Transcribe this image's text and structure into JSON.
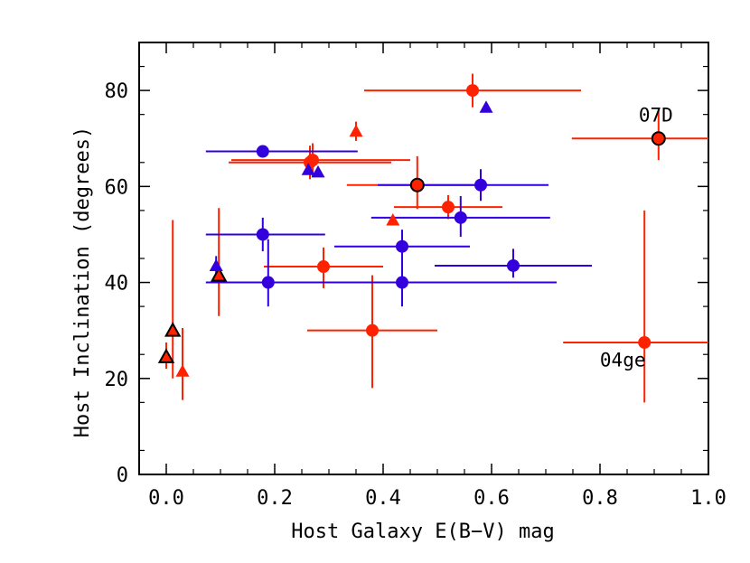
{
  "chart_data": {
    "type": "scatter",
    "title": "",
    "xlabel": "Host Galaxy E(B−V) mag",
    "ylabel": "Host Inclination (degrees)",
    "xlim": [
      -0.05,
      1.0
    ],
    "ylim": [
      0,
      90
    ],
    "xticks": [
      0.0,
      0.2,
      0.4,
      0.6,
      0.8,
      1.0
    ],
    "xtick_labels": [
      "0.0",
      "0.2",
      "0.4",
      "0.6",
      "0.8",
      "1.0"
    ],
    "yticks": [
      0,
      20,
      40,
      60,
      80
    ],
    "ytick_labels": [
      "0",
      "20",
      "40",
      "60",
      "80"
    ],
    "grid": false,
    "legend": "none",
    "colors": {
      "red": "#ff2200",
      "blue": "#3300dd",
      "outline": "#000000"
    },
    "annotations": [
      {
        "text": "07D",
        "x": 0.903,
        "y": 73.5
      },
      {
        "text": "04ge",
        "x": 0.842,
        "y": 22.5
      }
    ],
    "series": [
      {
        "color": "red",
        "marker": "circle",
        "points": [
          {
            "x": 0.565,
            "y": 80.0,
            "xerr": [
              0.2,
              0.2
            ],
            "yerr": [
              3.5,
              3.5
            ]
          },
          {
            "x": 0.27,
            "y": 65.5,
            "xerr": [
              0.15,
              0.18
            ],
            "yerr": [
              3.5,
              3.5
            ]
          },
          {
            "x": 0.265,
            "y": 65.0,
            "xerr": [
              0.15,
              0.15
            ],
            "yerr": [
              3.5,
              3.5
            ]
          },
          {
            "x": 0.52,
            "y": 55.7,
            "xerr": [
              0.1,
              0.1
            ],
            "yerr": [
              2.5,
              2.5
            ]
          },
          {
            "x": 0.29,
            "y": 43.3,
            "xerr": [
              0.11,
              0.11
            ],
            "yerr": [
              4.5,
              4.0
            ]
          },
          {
            "x": 0.38,
            "y": 30.0,
            "xerr": [
              0.12,
              0.12
            ],
            "yerr": [
              12.0,
              11.5
            ]
          },
          {
            "x": 0.882,
            "y": 27.5,
            "xerr": [
              0.15,
              0.12
            ],
            "yerr": [
              12.5,
              27.5
            ]
          }
        ]
      },
      {
        "color": "red",
        "marker": "circle-outlined",
        "points": [
          {
            "x": 0.463,
            "y": 60.3,
            "xerr": [
              0.13,
              0.13
            ],
            "yerr": [
              5.0,
              6.0
            ]
          },
          {
            "x": 0.908,
            "y": 70.0,
            "xerr": [
              0.16,
              0.12
            ],
            "yerr": [
              4.5,
              6.0
            ]
          }
        ]
      },
      {
        "color": "red",
        "marker": "triangle",
        "points": [
          {
            "x": 0.35,
            "y": 71.5,
            "xerr": [
              0,
              0
            ],
            "yerr": [
              2.0,
              2.0
            ]
          },
          {
            "x": 0.418,
            "y": 53.0,
            "xerr": [
              0,
              0
            ],
            "yerr": [
              1.0,
              1.0
            ]
          },
          {
            "x": 0.03,
            "y": 21.5,
            "xerr": [
              0,
              0
            ],
            "yerr": [
              6.0,
              9.0
            ]
          }
        ]
      },
      {
        "color": "red",
        "marker": "triangle-outlined",
        "points": [
          {
            "x": 0.0,
            "y": 24.5,
            "xerr": [
              0,
              0
            ],
            "yerr": [
              2.5,
              3.0
            ]
          },
          {
            "x": 0.012,
            "y": 30.0,
            "xerr": [
              0,
              0
            ],
            "yerr": [
              10.0,
              23.0
            ]
          },
          {
            "x": 0.097,
            "y": 41.5,
            "xerr": [
              0,
              0
            ],
            "yerr": [
              8.5,
              14.0
            ]
          }
        ]
      },
      {
        "color": "blue",
        "marker": "circle",
        "points": [
          {
            "x": 0.178,
            "y": 67.3,
            "xerr": [
              0.105,
              0.175
            ],
            "yerr": [
              0,
              0
            ]
          },
          {
            "x": 0.58,
            "y": 60.3,
            "xerr": [
              0.19,
              0.125
            ],
            "yerr": [
              3.3,
              3.3
            ]
          },
          {
            "x": 0.543,
            "y": 53.5,
            "xerr": [
              0.165,
              0.165
            ],
            "yerr": [
              4.0,
              4.5
            ]
          },
          {
            "x": 0.178,
            "y": 50.0,
            "xerr": [
              0.105,
              0.115
            ],
            "yerr": [
              3.5,
              3.5
            ]
          },
          {
            "x": 0.435,
            "y": 47.5,
            "xerr": [
              0.125,
              0.125
            ],
            "yerr": [
              3.5,
              3.5
            ]
          },
          {
            "x": 0.188,
            "y": 40.0,
            "xerr": [
              0.115,
              0.115
            ],
            "yerr": [
              5.0,
              9.0
            ]
          },
          {
            "x": 0.435,
            "y": 40.0,
            "xerr": [
              0.215,
              0.285
            ],
            "yerr": [
              5.0,
              9.0
            ]
          },
          {
            "x": 0.64,
            "y": 43.5,
            "xerr": [
              0.145,
              0.145
            ],
            "yerr": [
              2.5,
              3.5
            ]
          }
        ]
      },
      {
        "color": "blue",
        "marker": "triangle",
        "points": [
          {
            "x": 0.59,
            "y": 76.5,
            "xerr": [
              0,
              0
            ],
            "yerr": [
              0,
              0
            ]
          },
          {
            "x": 0.262,
            "y": 63.5,
            "xerr": [
              0,
              0
            ],
            "yerr": [
              0,
              0
            ]
          },
          {
            "x": 0.28,
            "y": 63.0,
            "xerr": [
              0,
              0
            ],
            "yerr": [
              0,
              0
            ]
          },
          {
            "x": 0.092,
            "y": 43.5,
            "xerr": [
              0,
              0
            ],
            "yerr": [
              2.0,
              2.0
            ]
          }
        ]
      }
    ]
  }
}
